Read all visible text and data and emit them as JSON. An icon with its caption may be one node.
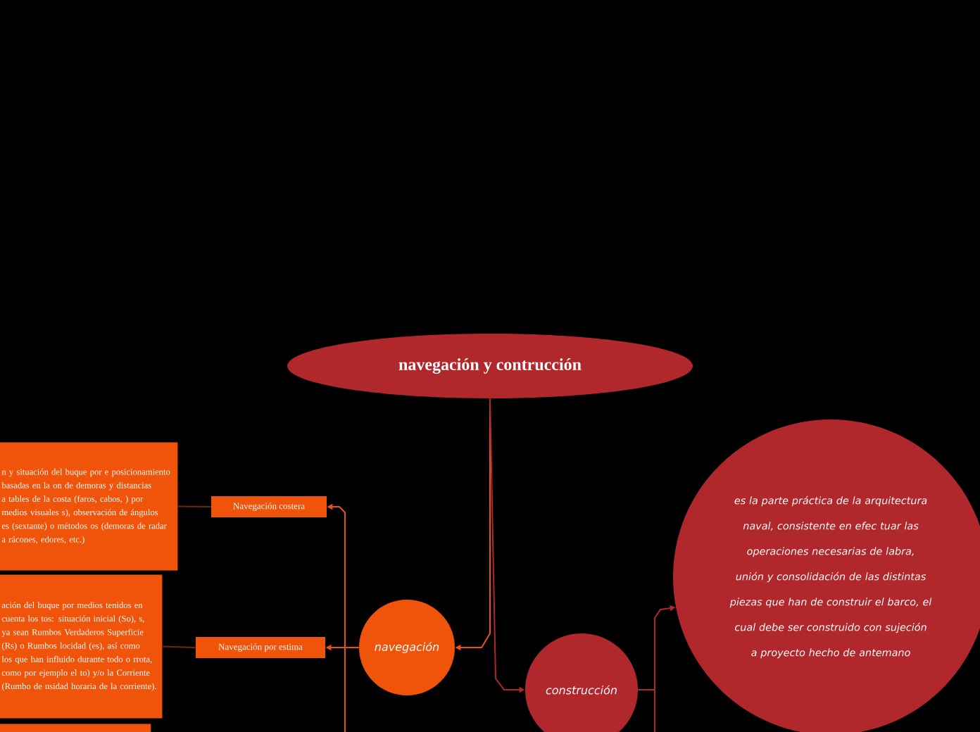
{
  "diagram": {
    "nodes": [
      {
        "text": [
          "navegación y contrucción"
        ]
      },
      {
        "text": [
          "navegación"
        ]
      },
      {
        "text": [
          "construcción"
        ]
      },
      {
        "text": [
          "es la parte práctica de la arquitectura naval, consistente en efec tuar las operaciones necesarias de labra, unión y consolidación de las distintas piezas que han de construir el barco, el cual debe ser construido con sujeción a proyecto hecho de antemano"
        ]
      },
      {
        "text": [
          "Navegación costera"
        ]
      },
      {
        "text": [
          "Navegación por estima"
        ]
      },
      {
        "text": [
          "n y situación del buque por e posicionamiento basadas en la on de demoras y distancias a tables de la costa (faros, cabos, ) por medios visuales s), observación de ángulos es (sextante) o métodos os (demoras de radar a rácones, edores, etc.)"
        ]
      },
      {
        "text": [
          "ación del buque por medios tenidos en cuenta los tos: situación inicial (So), s, ya sean Rumbos Verdaderos Superficie (Rs) o Rumbos locidad (es), así como los que han influido durante todo o rrota, como por ejemplo el to) y/o la Corriente (Rumbo de nsidad horaria de la corriente)."
        ]
      },
      {
        "text": [],
        "shape": "box"
      }
    ],
    "edges": [
      {
        "from": 0,
        "to": 1,
        "arrow": "to"
      },
      {
        "from": 0,
        "to": 2,
        "arrow": "to",
        "color": "#b0282c"
      },
      {
        "from": 1,
        "to": 4,
        "arrow": "to"
      },
      {
        "from": 1,
        "to": 5,
        "arrow": "to"
      },
      {
        "from": 1,
        "to": null,
        "arrow": "none"
      },
      {
        "from": 4,
        "to": 6,
        "arrow": "none",
        "color": "#6b2a10"
      },
      {
        "from": 5,
        "to": 7,
        "arrow": "none",
        "color": "#6b2a10"
      },
      {
        "from": 2,
        "to": 3,
        "arrow": "to",
        "color": "#b0282c"
      },
      {
        "from": 2,
        "to": null,
        "arrow": "none",
        "color": "#b0282c"
      }
    ]
  }
}
